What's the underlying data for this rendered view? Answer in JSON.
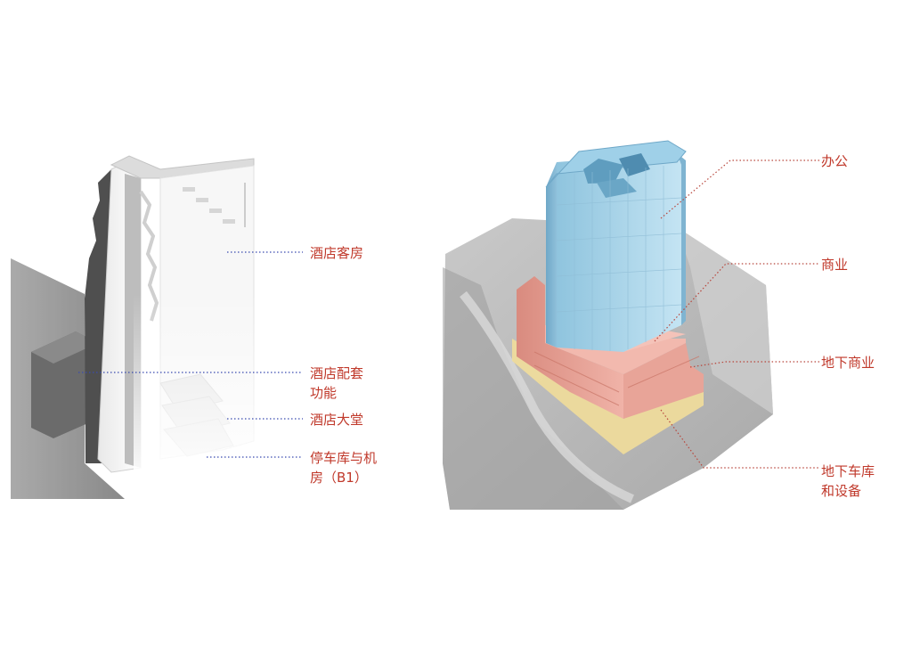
{
  "colors": {
    "label_red": "#c0392b",
    "leader_blue": "#3a4bb0",
    "leader_red": "#b8463c",
    "office": "#a9d6ec",
    "commercial": "#e9a69a",
    "basement": "#f1dd9a",
    "ground": "#b9b9b9"
  },
  "left_labels": [
    {
      "lines": [
        "酒店客房"
      ]
    },
    {
      "lines": [
        "酒店配套",
        "功能"
      ]
    },
    {
      "lines": [
        "酒店大堂"
      ]
    },
    {
      "lines": [
        "停车库与机",
        "房（B1）"
      ]
    }
  ],
  "right_labels": [
    {
      "lines": [
        "办公"
      ]
    },
    {
      "lines": [
        "商业"
      ]
    },
    {
      "lines": [
        "地下商业"
      ]
    },
    {
      "lines": [
        "地下车库",
        "和设备"
      ]
    }
  ]
}
